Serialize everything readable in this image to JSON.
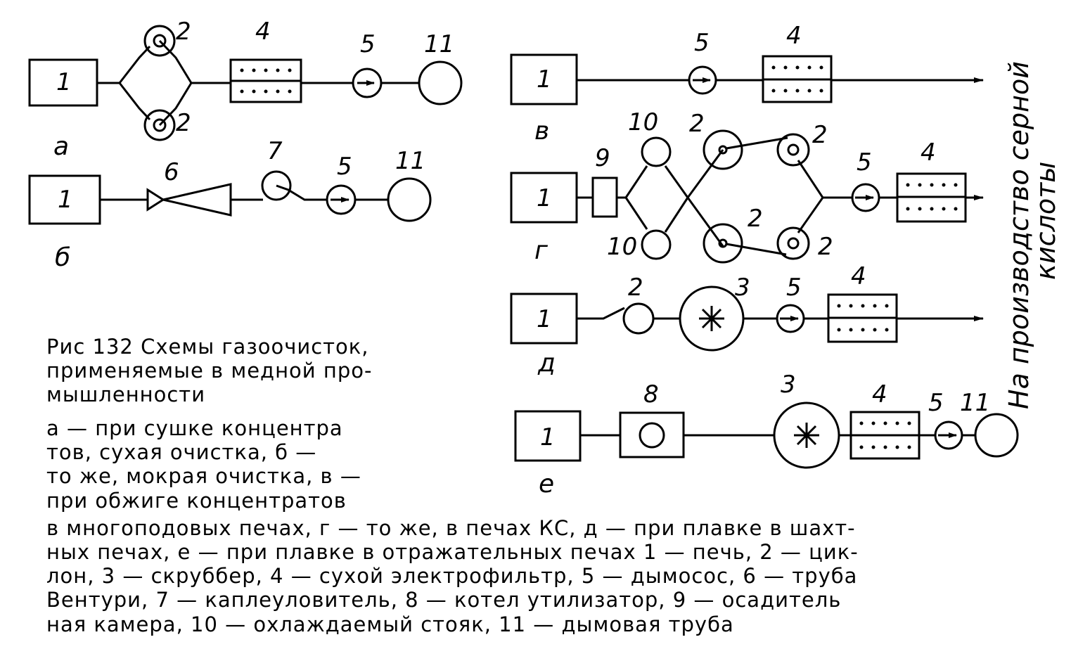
{
  "labels": {
    "furnace": "1",
    "cyclone": "2",
    "scrubber": "3",
    "filter": "4",
    "fan": "5",
    "venturi": "6",
    "separator": "7",
    "boiler": "8",
    "chamber": "9",
    "riser": "10",
    "stack": "11"
  },
  "schemes": {
    "a": "а",
    "b": "б",
    "v": "в",
    "g": "г",
    "d": "д",
    "e": "е"
  },
  "side_text": {
    "line1": "На производство серной",
    "line2": "кислоты"
  },
  "caption": {
    "line1": "Рис 132 Схемы газоочисток,",
    "line2": "применяемые в медной про-",
    "line3": "мышленности",
    "legend": [
      "а — при сушке концентра",
      "тов, сухая очистка, б —",
      "то же, мокрая очистка, в —",
      "при обжиге концентратов",
      "в многоподовых печах, г — то же, в печах КС, д — при плавке в шахт-",
      "ных печах, е — при плавке в отражательных печах 1 — печь, 2 — цик-",
      "лон, 3 — скруббер, 4 — сухой электрофильтр, 5 — дымосос, 6 — труба",
      "Вентури, 7 — каплеуловитель, 8 — котел утилизатор, 9 — осадитель",
      "ная камера, 10 — охлаждаемый стояк, 11 — дымовая труба"
    ]
  }
}
